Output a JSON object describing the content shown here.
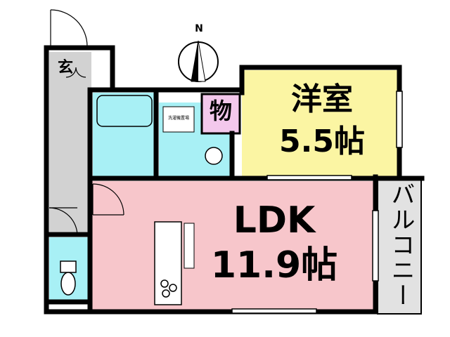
{
  "compass": {
    "north_label": "N"
  },
  "rooms": {
    "western": {
      "name": "洋室",
      "size": "5.5帖",
      "color": "#fbf5a3"
    },
    "ldk": {
      "name": "LDK",
      "size": "11.9帖",
      "color": "#f7c6cb"
    },
    "entrance": {
      "name": "玄"
    },
    "storage": {
      "name": "物",
      "color": "#f3c8ec"
    },
    "balcony": {
      "name": "バルコニー",
      "color": "#e2e2e2"
    },
    "washer": {
      "name": "洗濯機置場"
    }
  },
  "colors": {
    "wall": "#000000",
    "water": "#a8f0f5",
    "hall": "#d2d2d2"
  }
}
